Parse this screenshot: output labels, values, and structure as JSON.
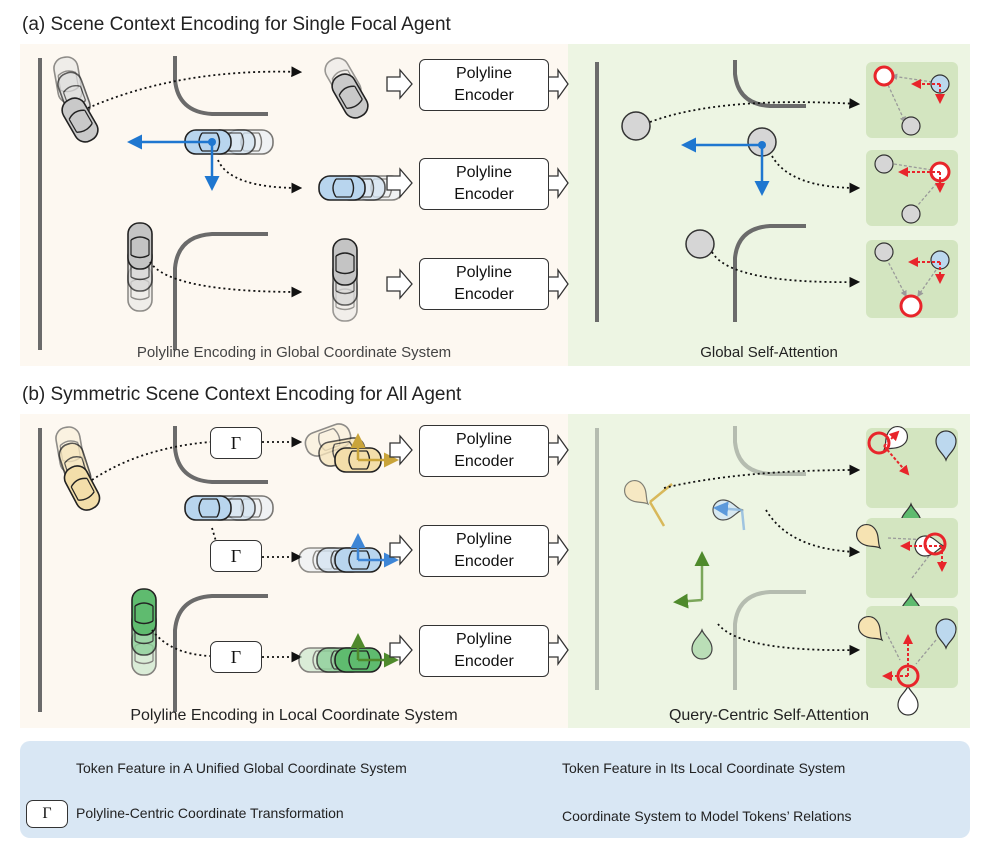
{
  "panel_a": {
    "title": "(a) Scene Context Encoding for Single Focal Agent",
    "left_caption": "Polyline Encoding in Global Coordinate System",
    "right_caption": "Global Self-Attention",
    "encoders": [
      "Polyline\nEncoder",
      "Polyline\nEncoder",
      "Polyline\nEncoder"
    ]
  },
  "panel_b": {
    "title": "(b) Symmetric Scene Context Encoding for All Agent",
    "left_caption": "Polyline Encoding in Local Coordinate System",
    "right_caption": "Query-Centric Self-Attention",
    "encoders": [
      "Polyline\nEncoder",
      "Polyline\nEncoder",
      "Polyline\nEncoder"
    ],
    "gamma_symbol": "Γ"
  },
  "legend": {
    "items": [
      {
        "icon": "circle-token-icon",
        "text": "Token Feature in A Unified Global Coordinate System"
      },
      {
        "icon": "droplet-token-icon",
        "text": "Token Feature in Its Local Coordinate System"
      },
      {
        "icon": "gamma-box-icon",
        "symbol": "Γ",
        "text": "Polyline-Centric Coordinate Transformation"
      },
      {
        "icon": "red-axes-icon",
        "text": "Coordinate System to Model Tokens’ Relations"
      }
    ]
  },
  "colors": {
    "left_bg": "#fdf8f1",
    "right_bg": "#edf5e3",
    "legend_bg": "#d9e7f4",
    "blue_axes": "#1f77d0",
    "red_accent": "#e8252b",
    "yellow_agent": "#f6e3b2",
    "blue_agent": "#bcd8ee",
    "green_agent": "#5fbb6f",
    "gray_agent": "#c8c8c8"
  }
}
